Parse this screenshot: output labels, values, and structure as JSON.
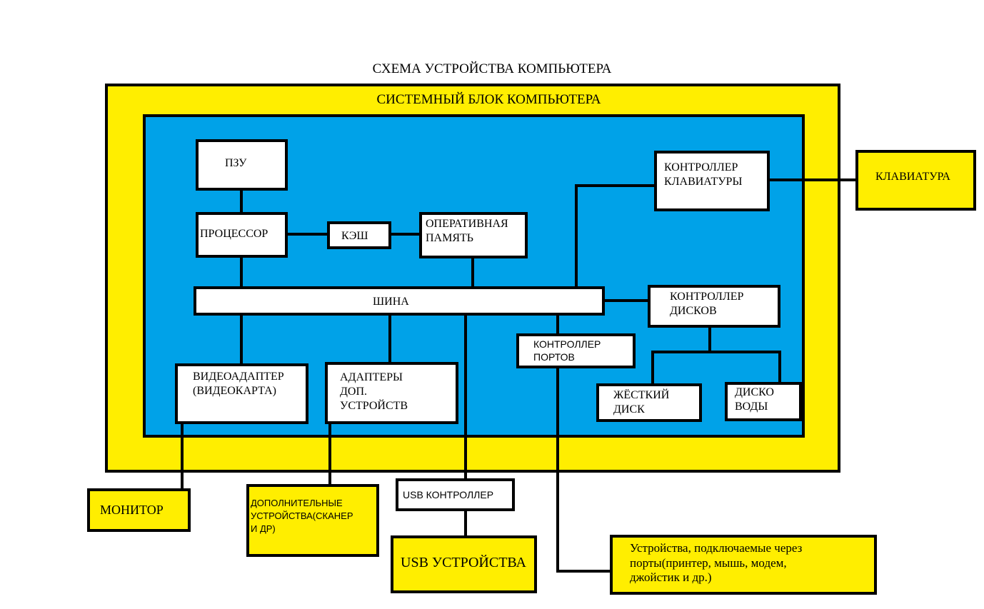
{
  "title": "СХЕМА УСТРОЙСТВА КОМПЬЮТЕРА",
  "system_unit": {
    "label": "СИСТЕМНЫЙ БЛОК КОМПЬЮТЕРА"
  },
  "nodes": {
    "rom": "ПЗУ",
    "cpu": "ПРОЦЕССОР",
    "cache": "КЭШ",
    "ram": "ОПЕРАТИВНАЯ\nПАМЯТЬ",
    "kbd_ctrl": "КОНТРОЛЛЕР\nКЛАВИАТУРЫ",
    "keyboard": "КЛАВИАТУРА",
    "bus": "ШИНА",
    "disk_ctrl": "КОНТРОЛЛЕР\nДИСКОВ",
    "port_ctrl": "КОНТРОЛЛЕР\nПОРТОВ",
    "video": "ВИДЕОАДАПТЕР\n(ВИДЕОКАРТА)",
    "adapters": "АДАПТЕРЫ\nДОП.\nУСТРОЙСТВ",
    "hdd": "ЖЁСТКИЙ\nДИСК",
    "drives": "ДИСКО\nВОДЫ",
    "monitor": "МОНИТОР",
    "extra_devices": "ДОПОЛНИТЕЛЬНЫЕ\nУСТРОЙСТВА(СКАНЕР\nИ ДР)",
    "usb_ctrl": "USB КОНТРОЛЛЕР",
    "usb_devices": "USB УСТРОЙСТВА",
    "port_devices": "Устройства, подключаемые через\nпорты(принтер, мышь, модем,\nджойстик и др.)"
  }
}
